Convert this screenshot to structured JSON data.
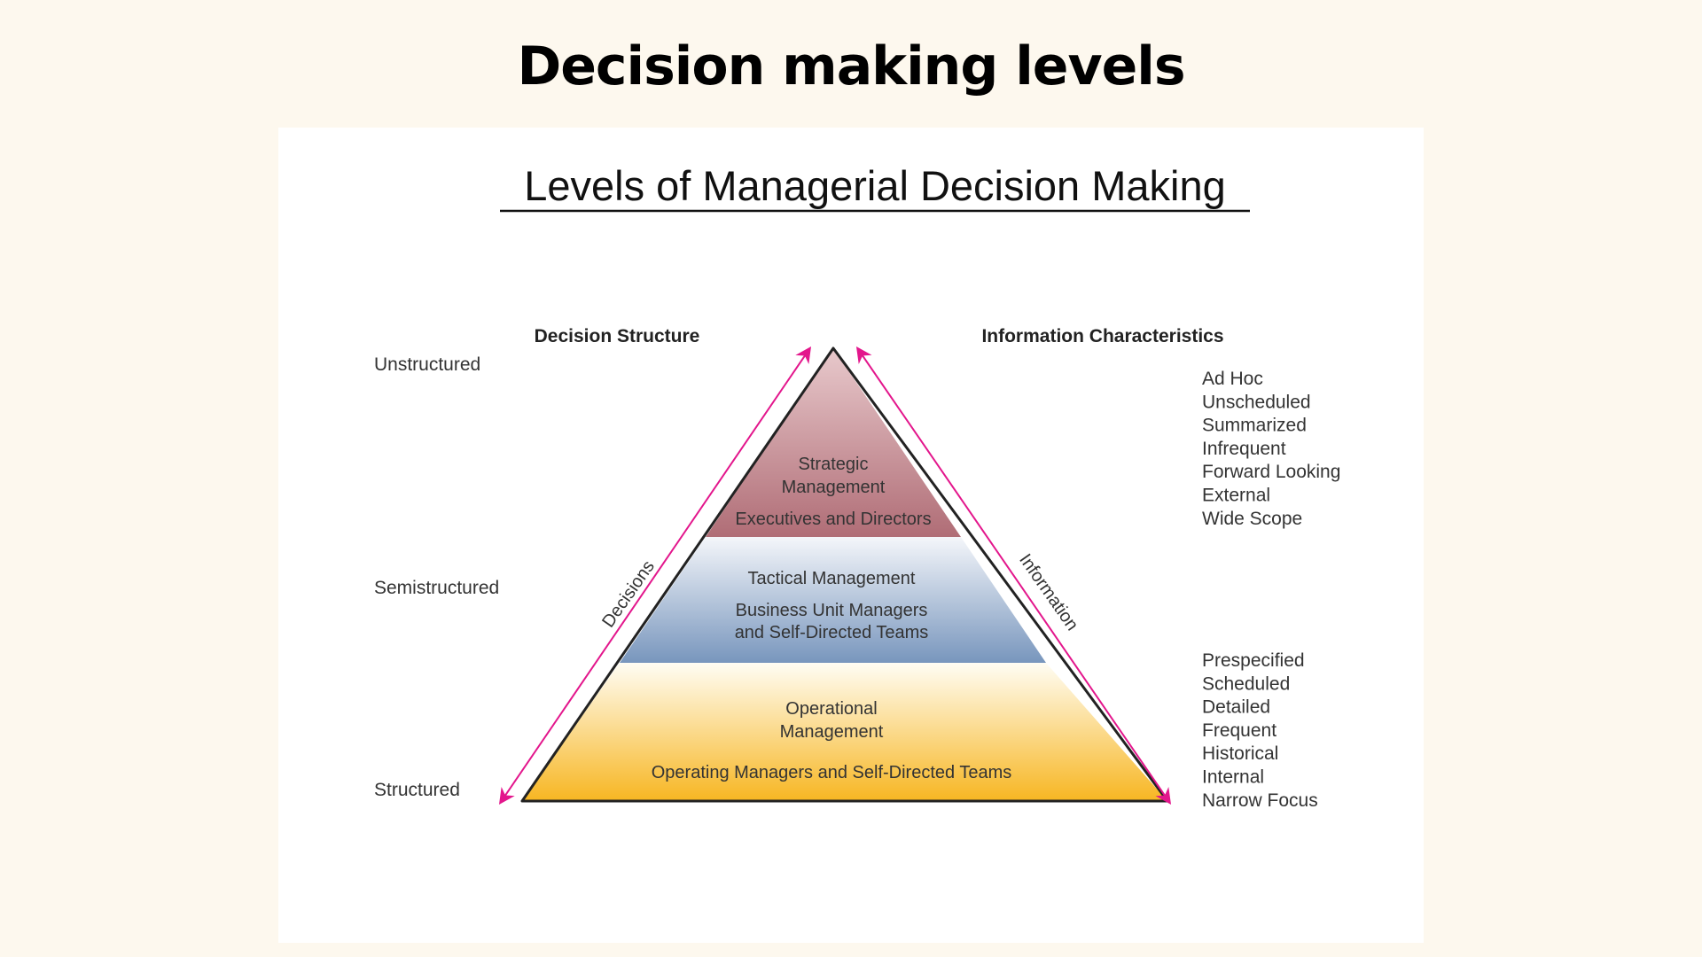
{
  "slide": {
    "title": "Decision making levels"
  },
  "diagram": {
    "title": "Levels of Managerial Decision Making",
    "left_header": "Decision Structure",
    "right_header": "Information Characteristics",
    "structure_levels": {
      "top": "Unstructured",
      "middle": "Semistructured",
      "bottom": "Structured"
    },
    "arrow_labels": {
      "left": "Decisions",
      "right": "Information"
    },
    "tiers": {
      "strategic": {
        "name_line1": "Strategic",
        "name_line2": "Management",
        "who": "Executives and Directors"
      },
      "tactical": {
        "name": "Tactical Management",
        "who_line1": "Business Unit Managers",
        "who_line2": "and Self-Directed Teams"
      },
      "operational": {
        "name_line1": "Operational",
        "name_line2": "Management",
        "who": "Operating Managers and Self-Directed Teams"
      }
    },
    "info_top": [
      "Ad Hoc",
      "Unscheduled",
      "Summarized",
      "Infrequent",
      "Forward Looking",
      "External",
      "Wide Scope"
    ],
    "info_bottom": [
      "Prespecified",
      "Scheduled",
      "Detailed",
      "Frequent",
      "Historical",
      "Internal",
      "Narrow Focus"
    ],
    "colors": {
      "strategic_top": "#e8c9cc",
      "strategic_bottom": "#b06d76",
      "tactical_top": "#f4f6fa",
      "tactical_bottom": "#7896bd",
      "operational_top": "#fffdf4",
      "operational_bottom": "#f7b622",
      "arrow": "#e3168c"
    }
  }
}
